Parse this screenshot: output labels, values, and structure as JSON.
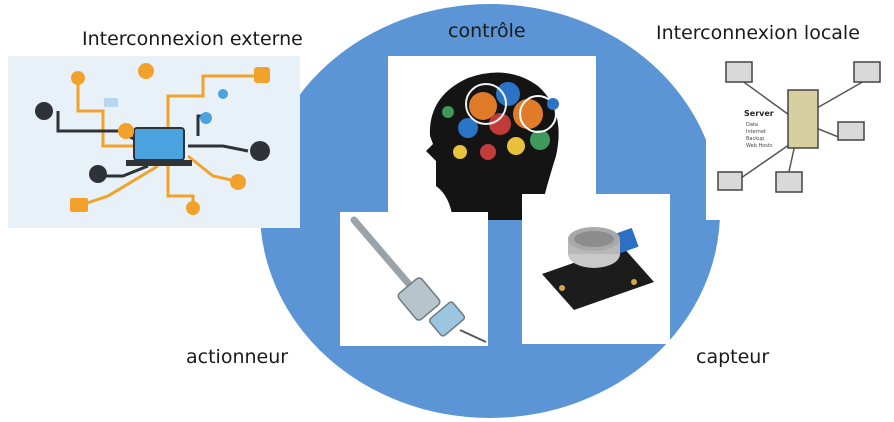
{
  "labels": {
    "external": "Interconnexion externe",
    "control": "contrôle",
    "local": "Interconnexion locale",
    "actuator": "actionneur",
    "sensor": "capteur"
  },
  "server_box": {
    "title": "Server",
    "lines": [
      "Data",
      "Internet",
      "Backup",
      "Web Hosts"
    ]
  },
  "colors": {
    "circle": "#5b95d6",
    "orange": "#f2a22b",
    "network_bg": "#e8f1f7",
    "dark": "#2f3337"
  }
}
